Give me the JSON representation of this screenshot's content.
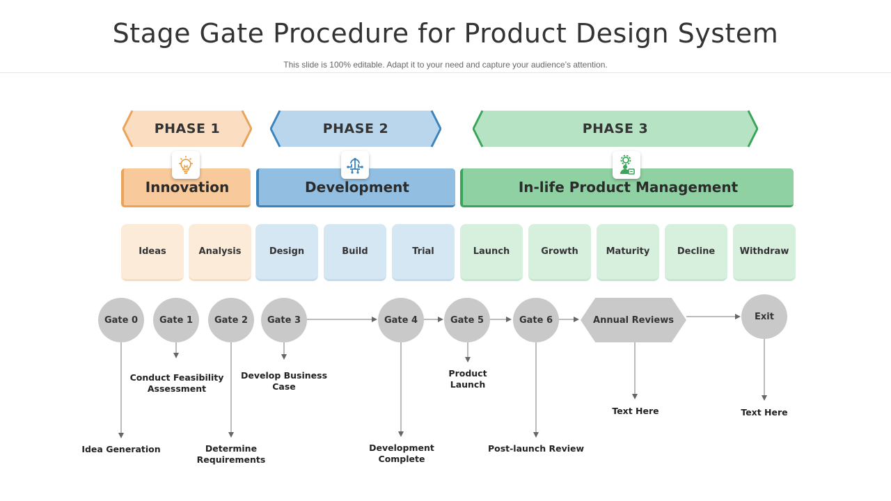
{
  "header": {
    "title": "Stage Gate Procedure for Product Design System",
    "subtitle": "This slide is 100% editable. Adapt it to your need and capture your audience’s attention."
  },
  "phases": [
    {
      "label": "PHASE 1",
      "bar": "Innovation",
      "icon": "lightbulb-icon",
      "fill": "#fbdec1",
      "stroke": "#eba25a"
    },
    {
      "label": "PHASE 2",
      "bar": "Development",
      "icon": "circuit-icon",
      "fill": "#b9d6ec",
      "stroke": "#3d84bd"
    },
    {
      "label": "PHASE 3",
      "bar": "In-life Product Management",
      "icon": "gear-person-icon",
      "fill": "#b5e3c3",
      "stroke": "#3aa55a"
    }
  ],
  "stages": [
    "Ideas",
    "Analysis",
    "Design",
    "Build",
    "Trial",
    "Launch",
    "Growth",
    "Maturity",
    "Decline",
    "Withdraw"
  ],
  "gates": [
    "Gate 0",
    "Gate 1",
    "Gate 2",
    "Gate 3",
    "Gate 4",
    "Gate 5",
    "Gate 6"
  ],
  "annual_reviews": "Annual Reviews",
  "exit": "Exit",
  "notes": {
    "gate0": "Idea Generation",
    "gate1": "Conduct Feasibility Assessment",
    "gate2": "Determine Requirements",
    "gate3": "Develop Business Case",
    "gate4": "Development Complete",
    "gate5": "Product Launch",
    "gate6": "Post-launch Review",
    "annual": "Text Here",
    "exit": "Text Here"
  }
}
